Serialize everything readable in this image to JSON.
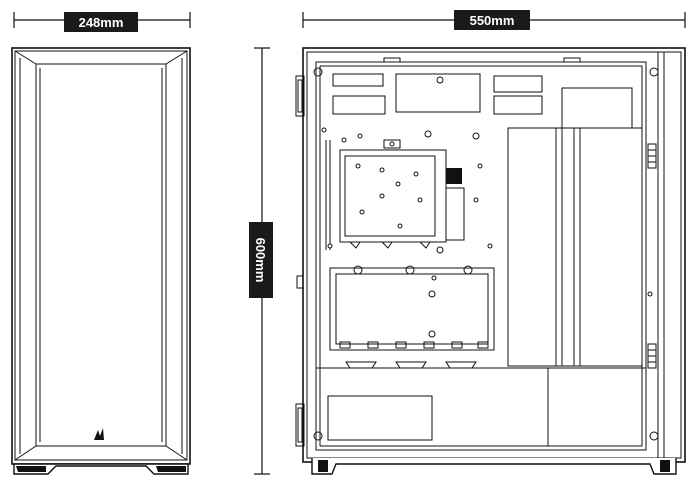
{
  "dimensions": {
    "width_label": "248mm",
    "depth_label": "550mm",
    "height_label": "600mm"
  },
  "colors": {
    "line": "#111111",
    "badge": "#1a1a1a",
    "badge_text": "#ffffff",
    "background": "#ffffff"
  },
  "icons": {
    "front_logo": "sails-logo-icon"
  }
}
